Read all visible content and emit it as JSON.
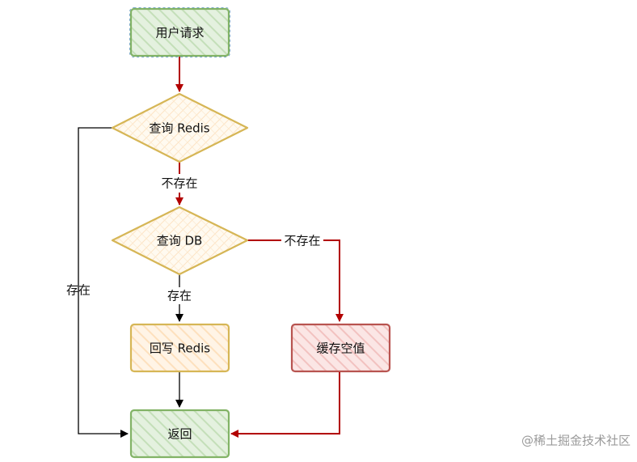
{
  "nodes": {
    "user_request": {
      "label": "用户请求"
    },
    "query_redis": {
      "label": "查询 Redis"
    },
    "query_db": {
      "label": "查询 DB"
    },
    "write_back_redis": {
      "label": "回写 Redis"
    },
    "cache_null": {
      "label": "缓存空值"
    },
    "return": {
      "label": "返回"
    }
  },
  "edges": {
    "redis_miss": {
      "label": "不存在"
    },
    "redis_hit": {
      "label": "存在"
    },
    "db_miss": {
      "label": "不存在"
    },
    "db_hit": {
      "label": "存在"
    }
  },
  "watermark": "@稀土掘金技术社区",
  "colors": {
    "green_fill": "#d5e8d4",
    "green_stroke": "#82b366",
    "yellow_fill": "#fff2cc",
    "yellow_stroke": "#d6b656",
    "orange_fill": "#ffe6cc",
    "orange_stroke": "#d79b00",
    "red_fill": "#f8cecc",
    "red_stroke": "#b85450",
    "arrow_red": "#b20000",
    "arrow_black": "#000000"
  }
}
